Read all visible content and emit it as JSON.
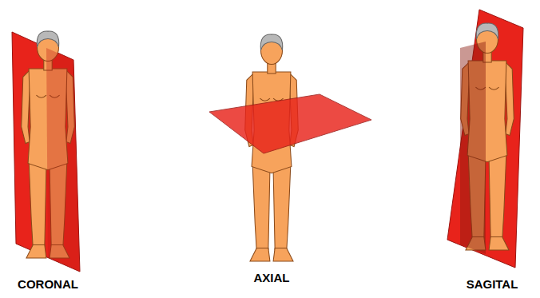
{
  "diagram": {
    "labels": [
      "CORONAL",
      "AXIAL",
      "SAGITAL"
    ]
  }
}
